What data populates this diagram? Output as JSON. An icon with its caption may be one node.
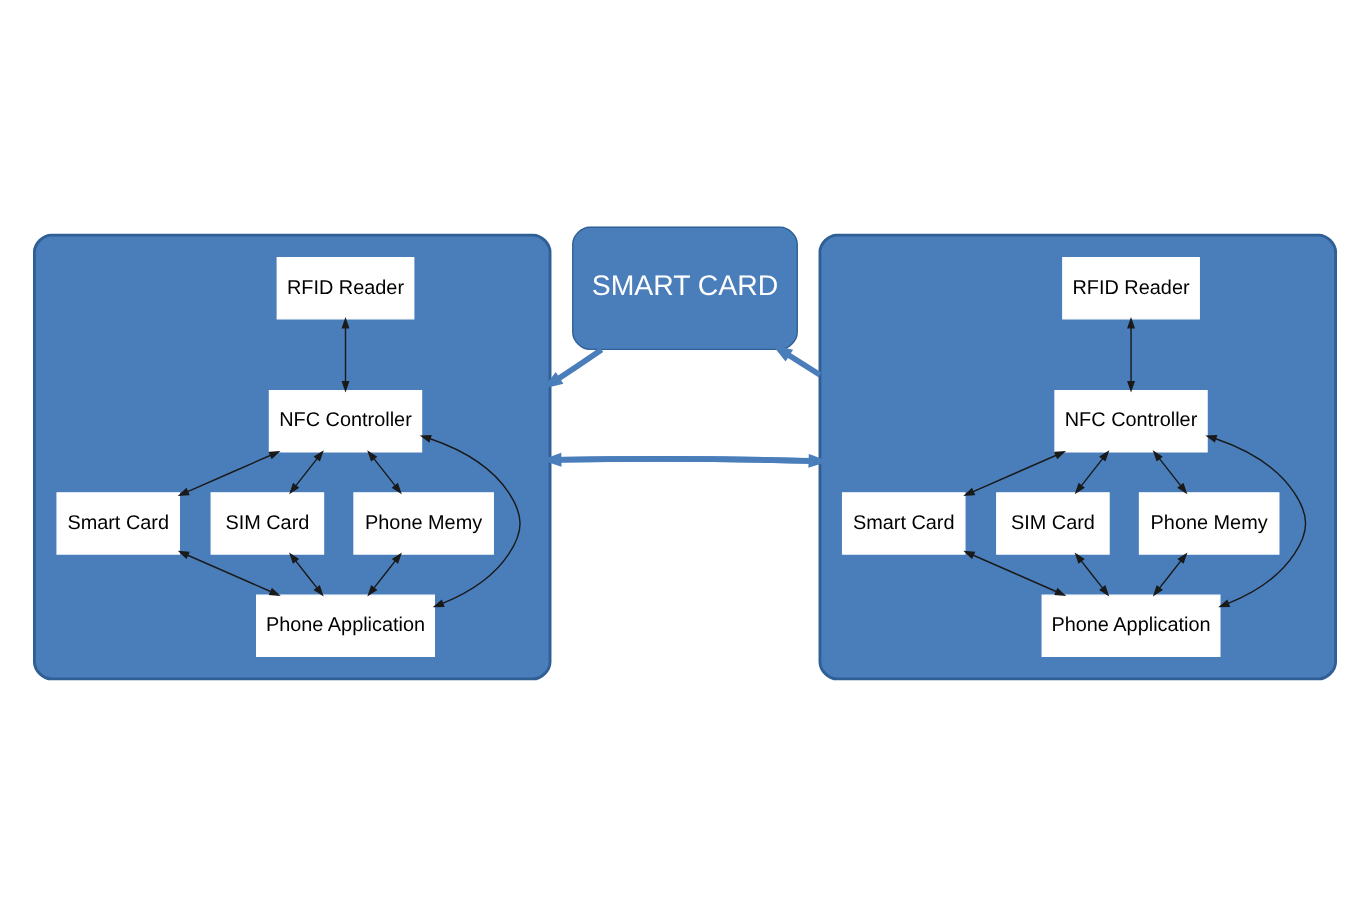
{
  "diagram": {
    "nodes": [
      {
        "text": [],
        "shape": "phone"
      },
      {
        "text": [
          "RFID Reader"
        ],
        "in": 0
      },
      {
        "text": [
          "NFC Controller"
        ],
        "in": 0
      },
      {
        "text": [
          "Smart Card"
        ],
        "in": 0
      },
      {
        "text": [
          "SIM Card"
        ],
        "in": 0
      },
      {
        "text": [
          "Phone Memy"
        ],
        "in": 0
      },
      {
        "text": [
          "Phone Application"
        ],
        "in": 0
      },
      {
        "text": [],
        "shape": "phone"
      },
      {
        "text": [
          "RFID Reader"
        ],
        "in": 7
      },
      {
        "text": [
          "NFC Controller"
        ],
        "in": 7
      },
      {
        "text": [
          "Smart Card"
        ],
        "in": 7
      },
      {
        "text": [
          "SIM Card"
        ],
        "in": 7
      },
      {
        "text": [
          "Phone Memy"
        ],
        "in": 7
      },
      {
        "text": [
          "Phone Application"
        ],
        "in": 7
      },
      {
        "text": [
          "SMART CARD"
        ]
      }
    ],
    "edges": [
      {
        "from": 1,
        "to": 2,
        "arrow": "both"
      },
      {
        "from": 2,
        "to": 3,
        "arrow": "both"
      },
      {
        "from": 2,
        "to": 4,
        "arrow": "both"
      },
      {
        "from": 2,
        "to": 5,
        "arrow": "both"
      },
      {
        "from": 3,
        "to": 6,
        "arrow": "both"
      },
      {
        "from": 4,
        "to": 6,
        "arrow": "both"
      },
      {
        "from": 5,
        "to": 6,
        "arrow": "both"
      },
      {
        "from": 6,
        "to": 2,
        "arrow": "both"
      },
      {
        "from": 8,
        "to": 9,
        "arrow": "both"
      },
      {
        "from": 9,
        "to": 10,
        "arrow": "both"
      },
      {
        "from": 9,
        "to": 11,
        "arrow": "both"
      },
      {
        "from": 9,
        "to": 12,
        "arrow": "both"
      },
      {
        "from": 10,
        "to": 13,
        "arrow": "both"
      },
      {
        "from": 11,
        "to": 13,
        "arrow": "both"
      },
      {
        "from": 12,
        "to": 13,
        "arrow": "both"
      },
      {
        "from": 13,
        "to": 9,
        "arrow": "both"
      },
      {
        "from": 0,
        "to": 7,
        "arrow": "to",
        "style": "thick",
        "color": "#4a7ebb"
      },
      {
        "from": 7,
        "to": 0,
        "arrow": "to",
        "style": "thick",
        "color": "#4a7ebb"
      },
      {
        "from": 7,
        "to": 14,
        "arrow": "to",
        "style": "thick",
        "color": "#4a7ebb"
      },
      {
        "from": 14,
        "to": 0,
        "arrow": "to",
        "style": "thick",
        "color": "#4a7ebb"
      }
    ]
  }
}
